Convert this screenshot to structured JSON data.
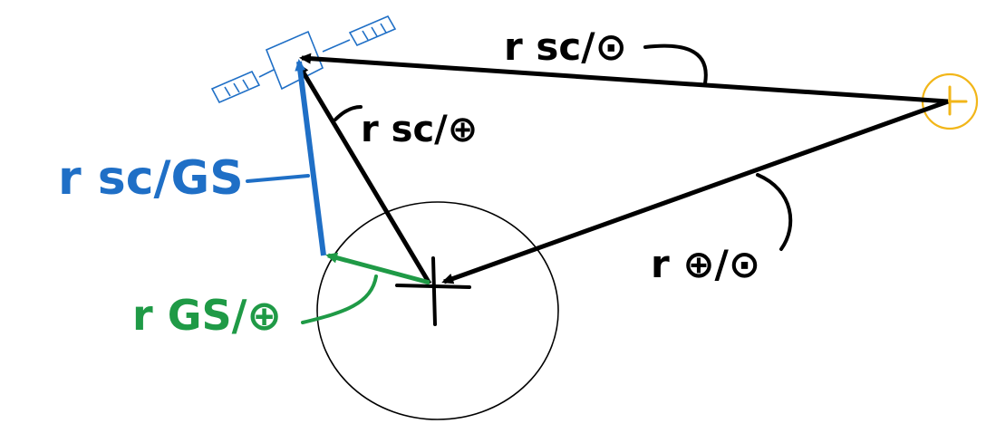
{
  "colors": {
    "background": "#ffffff",
    "black": "#000000",
    "blue": "#1f6fc6",
    "green": "#1f9a46",
    "sun": "#f2b619"
  },
  "labels": {
    "r_sc_sun": "r sc/⊙",
    "r_sc_earth": "r sc/⊕",
    "r_sc_gs": "r sc/GS",
    "r_gs_earth": "r GS/⊕",
    "r_earth_sun": "r ⊕/⊙"
  },
  "icons": {
    "satellite": "satellite-icon",
    "sun": "sun-icon",
    "earth": "earth-icon"
  }
}
